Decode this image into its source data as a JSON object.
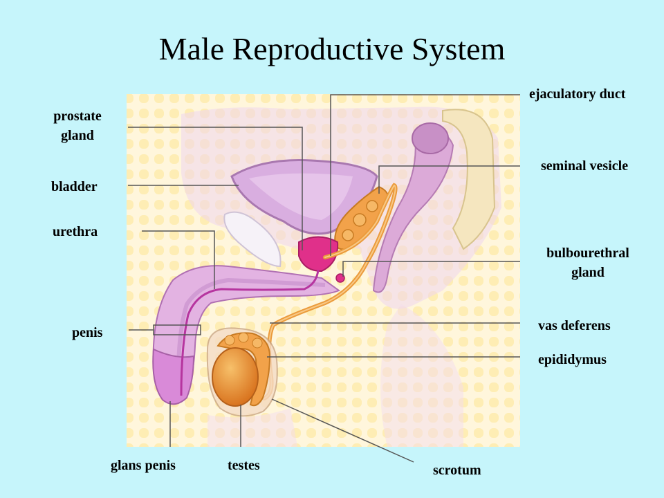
{
  "title": "Male Reproductive System",
  "labels": {
    "prostate_line1": "prostate",
    "prostate_line2": "gland",
    "bladder": "bladder",
    "urethra": "urethra",
    "penis": "penis",
    "glans_penis": "glans penis",
    "testes": "testes",
    "scrotum": "scrotum",
    "ejaculatory_duct": "ejaculatory duct",
    "seminal_vesicle": "seminal vesicle",
    "bulbourethral_line1": "bulbourethral",
    "bulbourethral_line2": "gland",
    "vas_deferens": "vas deferens",
    "epididymus": "epididymus"
  },
  "colors": {
    "background": "#c6f5fb",
    "panel": "#fff6dc",
    "tissue_lavender": "#e7c8ea",
    "tissue_pink": "#d98ad8",
    "gland_orange": "#f2a24a",
    "testis_orange": "#e48a2a",
    "prostate_magenta": "#e0308a",
    "leader_line": "#555555"
  }
}
